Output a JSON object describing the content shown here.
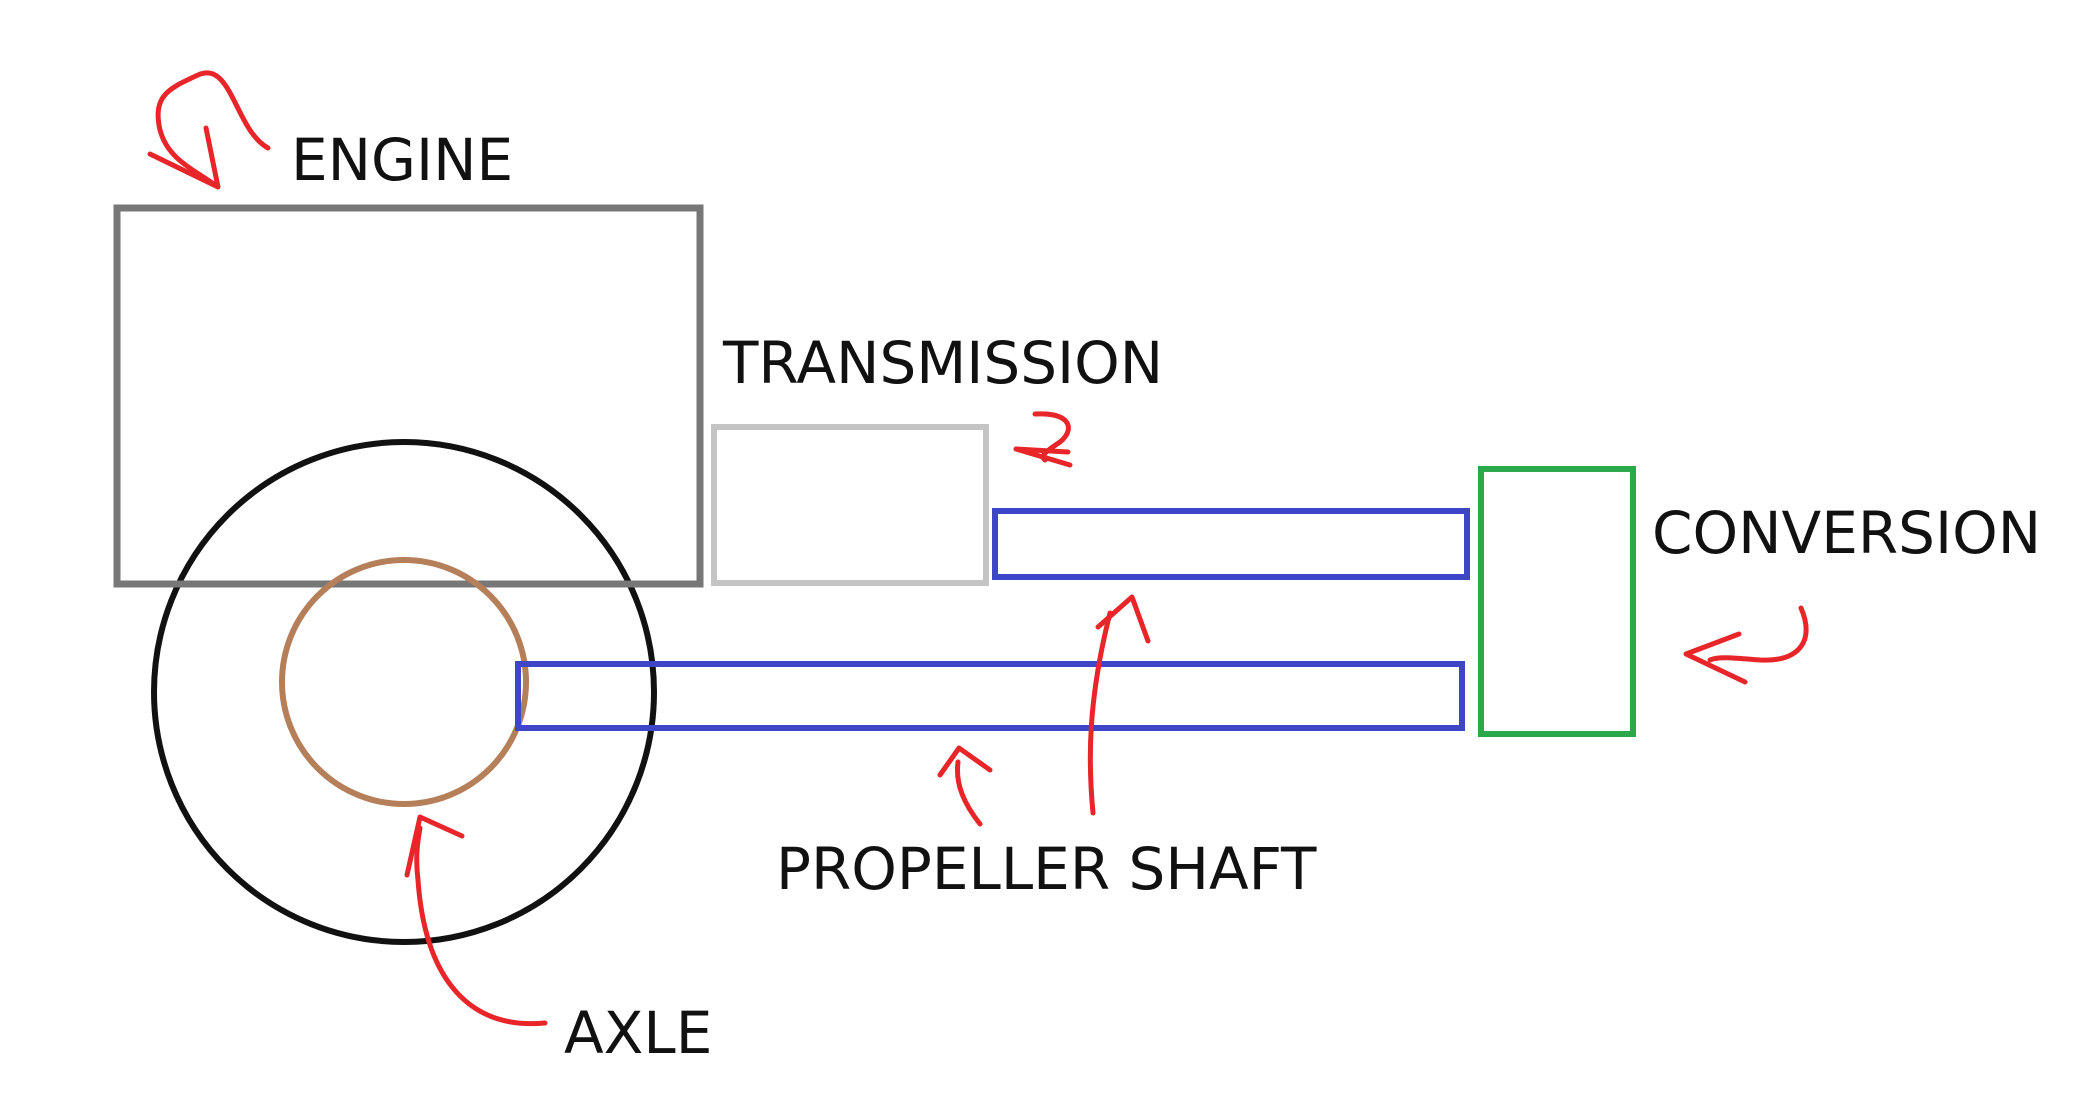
{
  "labels": {
    "engine": "ENGINE",
    "transmission": "TRANSMISSION",
    "conversion": "CONVERSION",
    "propeller_shaft": "PROPELLER SHAFT",
    "axle": "AXLE"
  },
  "colors": {
    "engine": "#777777",
    "transmission": "#c4c4c4",
    "propeller_shaft": "#3d46c8",
    "conversion": "#2aa84a",
    "wheel": "#111111",
    "axle": "#b57f5a",
    "annotation_arrow": "#e8262a",
    "label_text": "#111111"
  },
  "icons": {
    "arrow": "curved-arrow-icon",
    "wheel": "wheel-icon"
  }
}
